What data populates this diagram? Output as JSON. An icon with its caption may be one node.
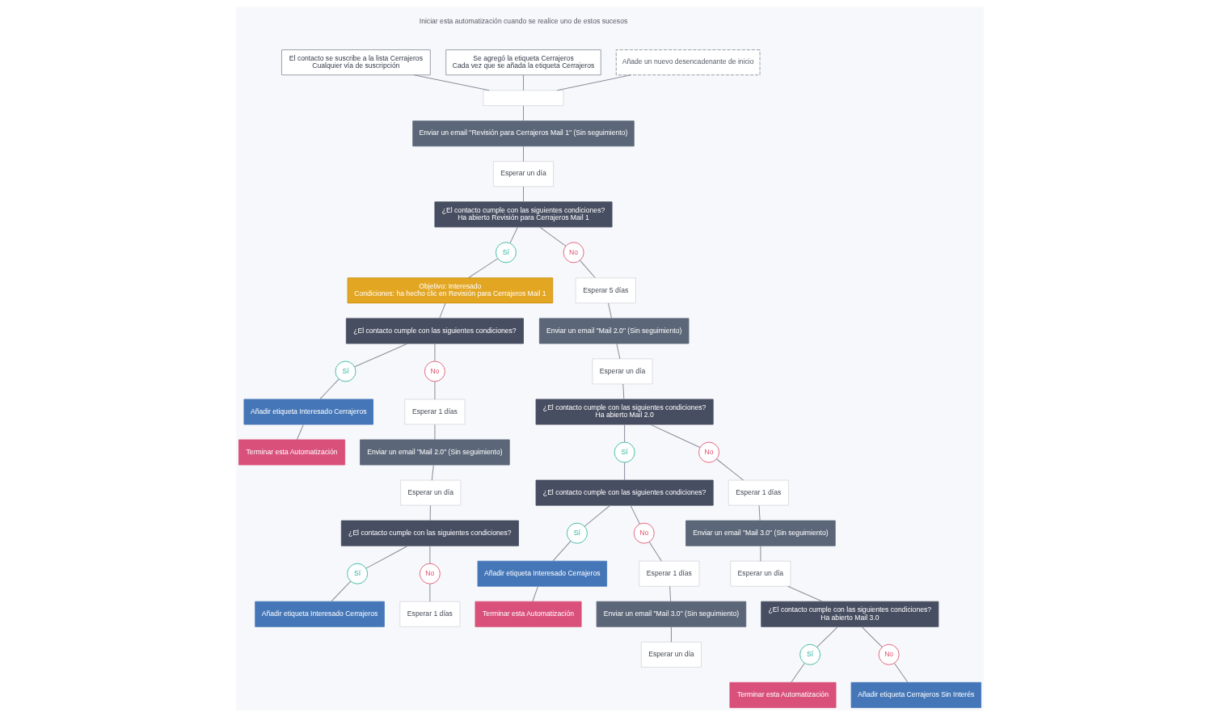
{
  "diagram": {
    "nodes": [
      {
        "text": [
          "El contacto se suscribe a la lista Cerrajeros",
          "Cualquier vía de suscripción"
        ]
      },
      {
        "text": [
          "Se agregó la etiqueta Cerrajeros",
          "Cada vez que se añada la etiqueta Cerrajeros"
        ]
      },
      {
        "text": [
          "Añade un nuevo desencadenante de inicio"
        ]
      },
      {
        "text": [],
        "shape": "box"
      },
      {
        "text": [
          "Enviar un email \"Revisión para Cerrajeros Mail 1\" (Sin seguimiento)"
        ]
      },
      {
        "text": [
          "Esperar un día"
        ]
      },
      {
        "text": [
          "¿El contacto cumple con las siguientes condiciones?",
          "Ha abierto Revisión para Cerrajeros Mail 1"
        ]
      },
      {
        "text": [
          "Sí"
        ]
      },
      {
        "text": [
          "No"
        ]
      },
      {
        "text": [
          "Objetivo: Interesado",
          "Condiciones: ha hecho clic en Revisión para Cerrajeros Mail 1"
        ]
      },
      {
        "text": [
          "¿El contacto cumple con las siguientes condiciones?"
        ]
      },
      {
        "text": [
          "Sí"
        ]
      },
      {
        "text": [
          "No"
        ]
      },
      {
        "text": [
          "Añadir etiqueta Interesado Cerrajeros"
        ]
      },
      {
        "text": [
          "Terminar esta Automatización"
        ]
      },
      {
        "text": [
          "Esperar 1 días"
        ]
      },
      {
        "text": [
          "Enviar un email \"Mail 2.0\" (Sin seguimiento)"
        ]
      },
      {
        "text": [
          "Esperar un día"
        ]
      },
      {
        "text": [
          "¿El contacto cumple con las siguientes condiciones?"
        ]
      },
      {
        "text": [
          "Sí"
        ]
      },
      {
        "text": [
          "No"
        ]
      },
      {
        "text": [
          "Añadir etiqueta Interesado Cerrajeros"
        ]
      },
      {
        "text": [
          "Esperar 1 días"
        ]
      },
      {
        "text": [
          "Esperar 5 días"
        ]
      },
      {
        "text": [
          "Enviar un email \"Mail 2.0\" (Sin seguimiento)"
        ]
      },
      {
        "text": [
          "Esperar un día"
        ]
      },
      {
        "text": [
          "¿El contacto cumple con las siguientes condiciones?",
          "Ha abierto Mail 2.0"
        ]
      },
      {
        "text": [
          "Sí"
        ]
      },
      {
        "text": [
          "No"
        ]
      },
      {
        "text": [
          "¿El contacto cumple con las siguientes condiciones?"
        ]
      },
      {
        "text": [
          "Sí"
        ]
      },
      {
        "text": [
          "No"
        ]
      },
      {
        "text": [
          "Añadir etiqueta Interesado Cerrajeros"
        ]
      },
      {
        "text": [
          "Terminar esta Automatización"
        ]
      },
      {
        "text": [
          "Esperar 1 días"
        ]
      },
      {
        "text": [
          "Enviar un email \"Mail 3.0\" (Sin seguimiento)"
        ]
      },
      {
        "text": [
          "Esperar un día"
        ]
      },
      {
        "text": [
          "Esperar 1 días"
        ]
      },
      {
        "text": [
          "Enviar un email \"Mail 3.0\" (Sin seguimiento)"
        ]
      },
      {
        "text": [
          "Esperar un día"
        ]
      },
      {
        "text": [
          "¿El contacto cumple con las siguientes condiciones?",
          "Ha abierto Mail 3.0"
        ]
      },
      {
        "text": [
          "Sí"
        ]
      },
      {
        "text": [
          "No"
        ]
      },
      {
        "text": [
          "Terminar esta Automatización"
        ]
      },
      {
        "text": [
          "Añadir etiqueta Cerrajeros Sin Interés"
        ]
      }
    ],
    "edges": [
      {
        "from": 0,
        "to": 3,
        "arrow": "none"
      },
      {
        "from": 1,
        "to": 3,
        "arrow": "none"
      },
      {
        "from": 2,
        "to": 3,
        "arrow": "none"
      },
      {
        "from": 3,
        "to": 4,
        "arrow": "none"
      },
      {
        "from": 4,
        "to": 5,
        "arrow": "none"
      },
      {
        "from": 5,
        "to": 6,
        "arrow": "none"
      },
      {
        "from": 6,
        "to": 7,
        "arrow": "none"
      },
      {
        "from": 6,
        "to": 8,
        "arrow": "none"
      },
      {
        "from": 7,
        "to": 9,
        "arrow": "none"
      },
      {
        "from": 9,
        "to": 10,
        "arrow": "none"
      },
      {
        "from": 10,
        "to": 11,
        "arrow": "none"
      },
      {
        "from": 10,
        "to": 12,
        "arrow": "none"
      },
      {
        "from": 11,
        "to": 13,
        "arrow": "none"
      },
      {
        "from": 13,
        "to": 14,
        "arrow": "none"
      },
      {
        "from": 12,
        "to": 15,
        "arrow": "none"
      },
      {
        "from": 15,
        "to": 16,
        "arrow": "none"
      },
      {
        "from": 16,
        "to": 17,
        "arrow": "none"
      },
      {
        "from": 17,
        "to": 18,
        "arrow": "none"
      },
      {
        "from": 18,
        "to": 19,
        "arrow": "none"
      },
      {
        "from": 18,
        "to": 20,
        "arrow": "none"
      },
      {
        "from": 19,
        "to": 21,
        "arrow": "none"
      },
      {
        "from": 20,
        "to": 22,
        "arrow": "none"
      },
      {
        "from": 8,
        "to": 23,
        "arrow": "none"
      },
      {
        "from": 23,
        "to": 24,
        "arrow": "none"
      },
      {
        "from": 24,
        "to": 25,
        "arrow": "none"
      },
      {
        "from": 25,
        "to": 26,
        "arrow": "none"
      },
      {
        "from": 26,
        "to": 27,
        "arrow": "none"
      },
      {
        "from": 26,
        "to": 28,
        "arrow": "none"
      },
      {
        "from": 27,
        "to": 29,
        "arrow": "none"
      },
      {
        "from": 29,
        "to": 30,
        "arrow": "none"
      },
      {
        "from": 29,
        "to": 31,
        "arrow": "none"
      },
      {
        "from": 30,
        "to": 32,
        "arrow": "none"
      },
      {
        "from": 32,
        "to": 33,
        "arrow": "none"
      },
      {
        "from": 31,
        "to": 34,
        "arrow": "none"
      },
      {
        "from": 34,
        "to": 35,
        "arrow": "none"
      },
      {
        "from": 35,
        "to": 36,
        "arrow": "none"
      },
      {
        "from": 28,
        "to": 37,
        "arrow": "none"
      },
      {
        "from": 37,
        "to": 38,
        "arrow": "none"
      },
      {
        "from": 38,
        "to": 39,
        "arrow": "none"
      },
      {
        "from": 39,
        "to": 40,
        "arrow": "none"
      },
      {
        "from": 40,
        "to": 41,
        "arrow": "none"
      },
      {
        "from": 40,
        "to": 42,
        "arrow": "none"
      },
      {
        "from": 41,
        "to": 43,
        "arrow": "none"
      },
      {
        "from": 42,
        "to": 44,
        "arrow": "none"
      }
    ],
    "labels": [
      "Iniciar esta automatización cuando se realice uno de estos sucesos"
    ]
  }
}
